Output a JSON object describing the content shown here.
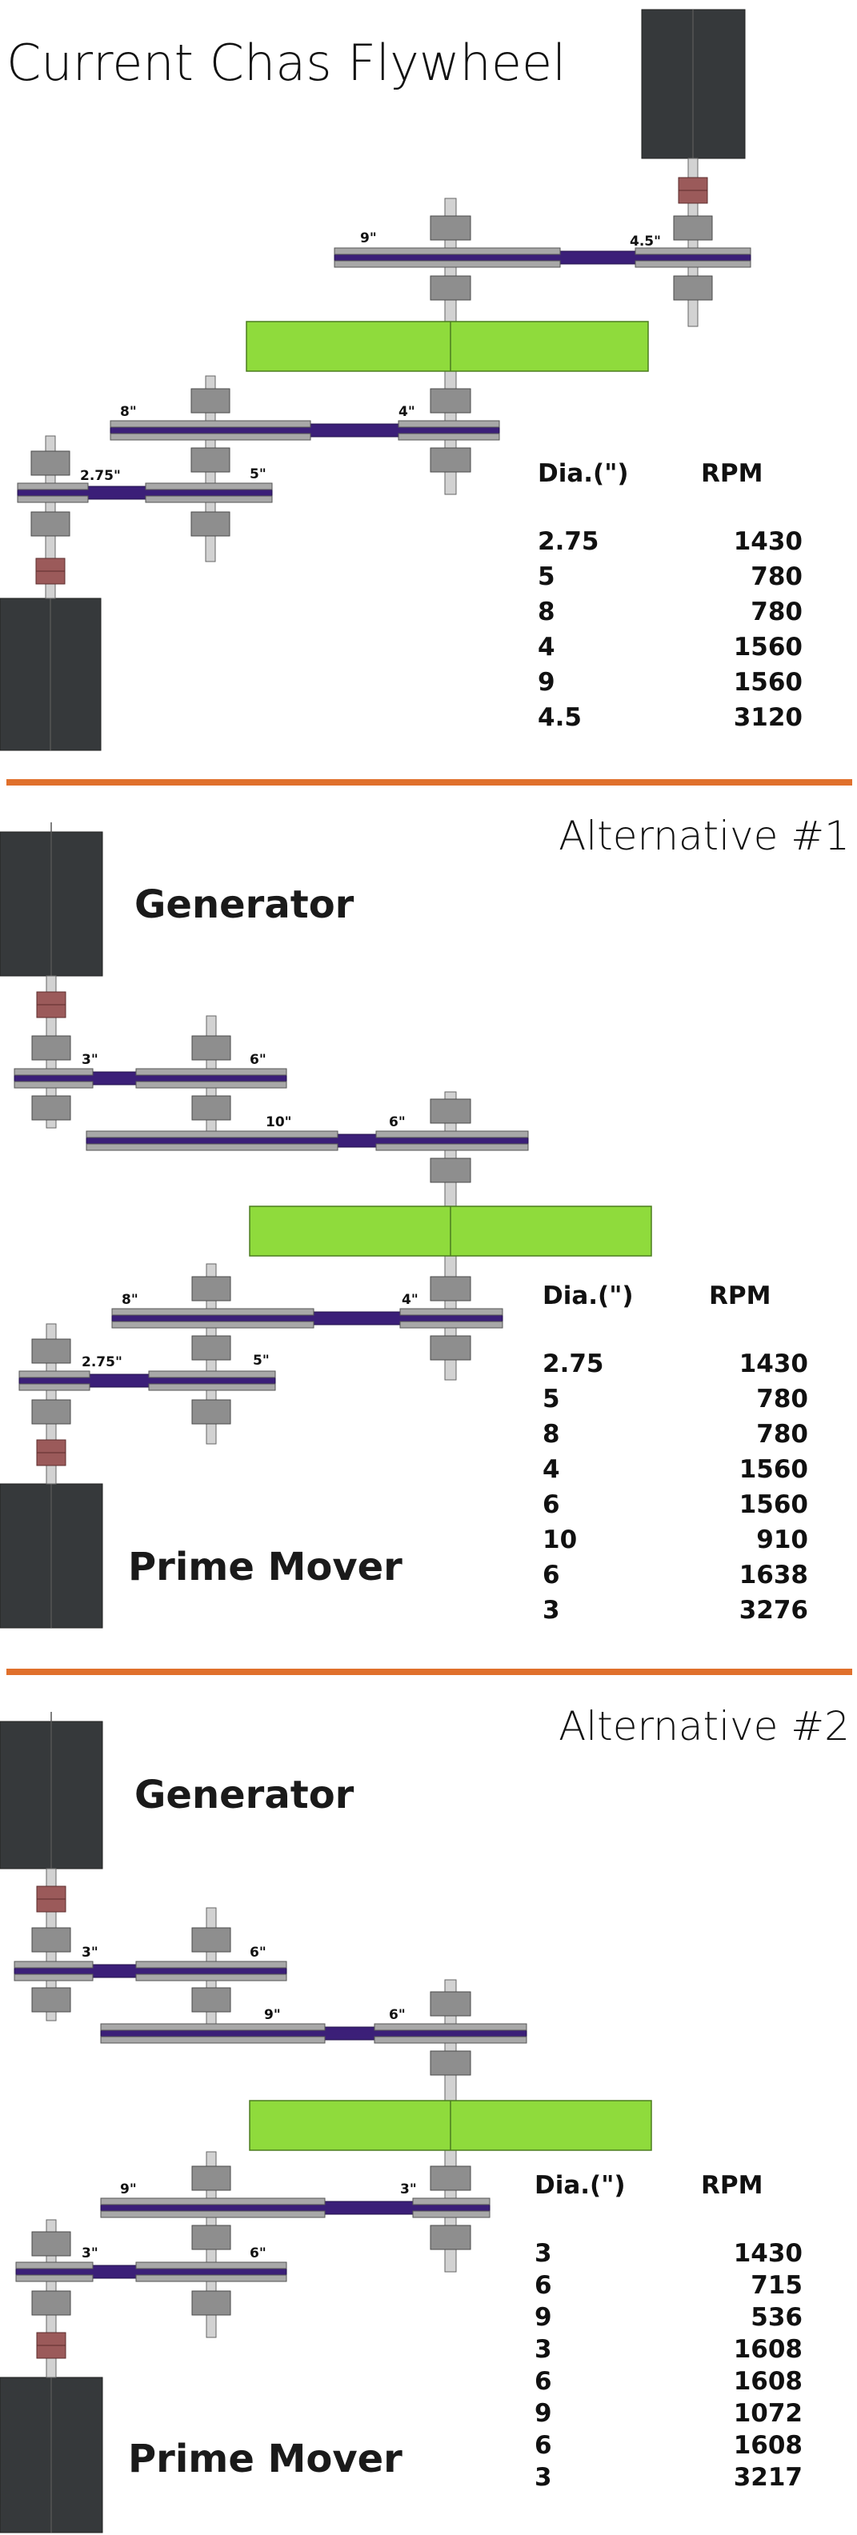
{
  "sections": [
    {
      "title": "Current Chas Flywheel",
      "table": {
        "headers": [
          "Dia.(\")",
          "RPM"
        ],
        "rows": [
          [
            "2.75",
            "1430"
          ],
          [
            "5",
            "780"
          ],
          [
            "8",
            "780"
          ],
          [
            "4",
            "1560"
          ],
          [
            "9",
            "1560"
          ],
          [
            "4.5",
            "3120"
          ]
        ]
      },
      "pulley_labels": [
        "9\"",
        "4.5\"",
        "8\"",
        "4\"",
        "2.75\"",
        "5\""
      ]
    },
    {
      "title": "Alternative #1",
      "generator_label": "Generator",
      "prime_mover_label": "Prime Mover",
      "table": {
        "headers": [
          "Dia.(\")",
          "RPM"
        ],
        "rows": [
          [
            "2.75",
            "1430"
          ],
          [
            "5",
            "780"
          ],
          [
            "8",
            "780"
          ],
          [
            "4",
            "1560"
          ],
          [
            "6",
            "1560"
          ],
          [
            "10",
            "910"
          ],
          [
            "6",
            "1638"
          ],
          [
            "3",
            "3276"
          ]
        ]
      },
      "pulley_labels": [
        "3\"",
        "6\"",
        "10\"",
        "6\"",
        "8\"",
        "4\"",
        "2.75\"",
        "5\""
      ]
    },
    {
      "title": "Alternative #2",
      "generator_label": "Generator",
      "prime_mover_label": "Prime Mover",
      "table": {
        "headers": [
          "Dia.(\")",
          "RPM"
        ],
        "rows": [
          [
            "3",
            "1430"
          ],
          [
            "6",
            "715"
          ],
          [
            "9",
            "536"
          ],
          [
            "3",
            "1608"
          ],
          [
            "6",
            "1608"
          ],
          [
            "9",
            "1072"
          ],
          [
            "6",
            "1608"
          ],
          [
            "3",
            "3217"
          ]
        ]
      },
      "pulley_labels": [
        "3\"",
        "6\"",
        "9\"",
        "6\"",
        "9\"",
        "3\"",
        "3\"",
        "6\""
      ]
    }
  ],
  "colors": {
    "motor": "#36393b",
    "belt": "#3b1f78",
    "flywheel": "#8fdb3c",
    "coupling": "#9b5a5a",
    "divider": "#e0702c",
    "hub": "#8e8e8e",
    "shaft": "#d2d2d2"
  }
}
